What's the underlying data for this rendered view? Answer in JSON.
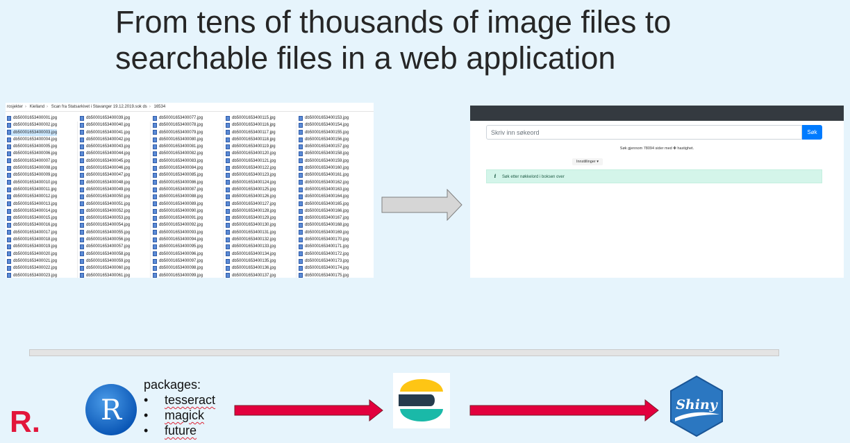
{
  "slide": {
    "title_line1": "From tens of thousands of image files to",
    "title_line2": "searchable files in a web application"
  },
  "explorer": {
    "breadcrumb": [
      "rosjekter",
      "Kielland",
      "Scan fra Statsarkivet i Stavanger 19.12.2019.sok ds",
      "16534"
    ],
    "columns": [
      [
        "db50001653400001.jpg",
        "db50001653400002.jpg",
        "db50001653400003.jpg",
        "db50001653400004.jpg",
        "db50001653400005.jpg",
        "db50001653400006.jpg",
        "db50001653400007.jpg",
        "db50001653400008.jpg",
        "db50001653400009.jpg",
        "db50001653400010.jpg",
        "db50001653400011.jpg",
        "db50001653400012.jpg",
        "db50001653400013.jpg",
        "db50001653400014.jpg",
        "db50001653400015.jpg",
        "db50001653400016.jpg",
        "db50001653400017.jpg",
        "db50001653400018.jpg",
        "db50001653400019.jpg",
        "db50001653400020.jpg",
        "db50001653400021.jpg",
        "db50001653400022.jpg",
        "db50001653400023.jpg"
      ],
      [
        "db50001653400039.jpg",
        "db50001653400040.jpg",
        "db50001653400041.jpg",
        "db50001653400042.jpg",
        "db50001653400043.jpg",
        "db50001653400044.jpg",
        "db50001653400045.jpg",
        "db50001653400046.jpg",
        "db50001653400047.jpg",
        "db50001653400048.jpg",
        "db50001653400049.jpg",
        "db50001653400050.jpg",
        "db50001653400051.jpg",
        "db50001653400052.jpg",
        "db50001653400053.jpg",
        "db50001653400054.jpg",
        "db50001653400055.jpg",
        "db50001653400056.jpg",
        "db50001653400057.jpg",
        "db50001653400058.jpg",
        "db50001653400059.jpg",
        "db50001653400060.jpg",
        "db50001653400061.jpg"
      ],
      [
        "db50001653400077.jpg",
        "db50001653400078.jpg",
        "db50001653400079.jpg",
        "db50001653400080.jpg",
        "db50001653400081.jpg",
        "db50001653400082.jpg",
        "db50001653400083.jpg",
        "db50001653400084.jpg",
        "db50001653400085.jpg",
        "db50001653400086.jpg",
        "db50001653400087.jpg",
        "db50001653400088.jpg",
        "db50001653400089.jpg",
        "db50001653400090.jpg",
        "db50001653400091.jpg",
        "db50001653400092.jpg",
        "db50001653400093.jpg",
        "db50001653400094.jpg",
        "db50001653400095.jpg",
        "db50001653400096.jpg",
        "db50001653400097.jpg",
        "db50001653400098.jpg",
        "db50001653400099.jpg"
      ],
      [
        "db50001653400115.jpg",
        "db50001653400116.jpg",
        "db50001653400117.jpg",
        "db50001653400118.jpg",
        "db50001653400119.jpg",
        "db50001653400120.jpg",
        "db50001653400121.jpg",
        "db50001653400122.jpg",
        "db50001653400123.jpg",
        "db50001653400124.jpg",
        "db50001653400125.jpg",
        "db50001653400126.jpg",
        "db50001653400127.jpg",
        "db50001653400128.jpg",
        "db50001653400129.jpg",
        "db50001653400130.jpg",
        "db50001653400131.jpg",
        "db50001653400132.jpg",
        "db50001653400133.jpg",
        "db50001653400134.jpg",
        "db50001653400135.jpg",
        "db50001653400136.jpg",
        "db50001653400137.jpg"
      ],
      [
        "db50001653400153.jpg",
        "db50001653400154.jpg",
        "db50001653400155.jpg",
        "db50001653400156.jpg",
        "db50001653400157.jpg",
        "db50001653400158.jpg",
        "db50001653400159.jpg",
        "db50001653400160.jpg",
        "db50001653400161.jpg",
        "db50001653400162.jpg",
        "db50001653400163.jpg",
        "db50001653400164.jpg",
        "db50001653400165.jpg",
        "db50001653400166.jpg",
        "db50001653400167.jpg",
        "db50001653400168.jpg",
        "db50001653400169.jpg",
        "db50001653400170.jpg",
        "db50001653400171.jpg",
        "db50001653400172.jpg",
        "db50001653400173.jpg",
        "db50001653400174.jpg",
        "db50001653400175.jpg"
      ]
    ],
    "selected_file": "db50001653400003.jpg"
  },
  "app": {
    "search_placeholder": "Skriv inn søkeord",
    "search_button": "Søk",
    "info_text": "Søk gjennom 78094 sider med ✤ hastighet.",
    "settings_label": "Innstillinger ▾",
    "alert_icon": "i",
    "alert_text": "Søk etter nøkkelord i boksen over"
  },
  "bottom": {
    "corner_logo": "R.",
    "r_logo_letter": "R",
    "packages_heading": "packages:",
    "bullet": "•",
    "packages": [
      "tesseract",
      "magick",
      "future"
    ],
    "shiny_text": "Shiny"
  },
  "colors": {
    "background": "#e6f4fc",
    "red_arrow": "#e2003d",
    "search_blue": "#007bff",
    "navbar": "#343a40",
    "alert_green": "#d4f5ea",
    "shiny_blue": "#2b77c1",
    "elastic_yellow": "#fec514",
    "elastic_navy": "#253b4d",
    "elastic_teal": "#1ab9a8"
  },
  "icons": [
    "file-jpg-icon",
    "gray-right-arrow",
    "red-right-arrow",
    "r-logo",
    "elastic-logo",
    "shiny-logo",
    "info-icon"
  ]
}
